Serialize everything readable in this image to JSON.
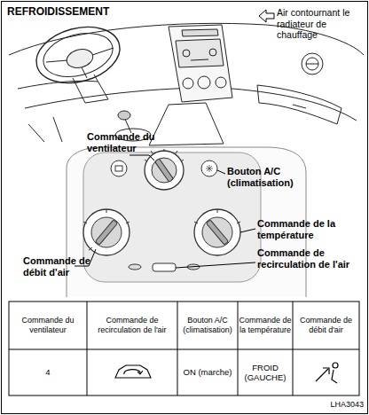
{
  "diagram": {
    "title": "REFROIDISSEMENT",
    "labels": [
      "Commande du ventilateur",
      "Bouton A/C (climatisation)",
      "Commande de débit d'air",
      "Commande de la température",
      "Commande de recirculation de l'air",
      "Commande du ventilateur",
      "Commande de recirculation de l'air",
      "Bouton A/C (climatisation)",
      "Commande de la température",
      "Commande de débit d'air",
      "4",
      "ON (marche)",
      "FROID (GAUCHE)",
      "LHA3043"
    ],
    "legend": [
      {
        "text": "Air contournant le radiateur de chauffage"
      }
    ]
  }
}
